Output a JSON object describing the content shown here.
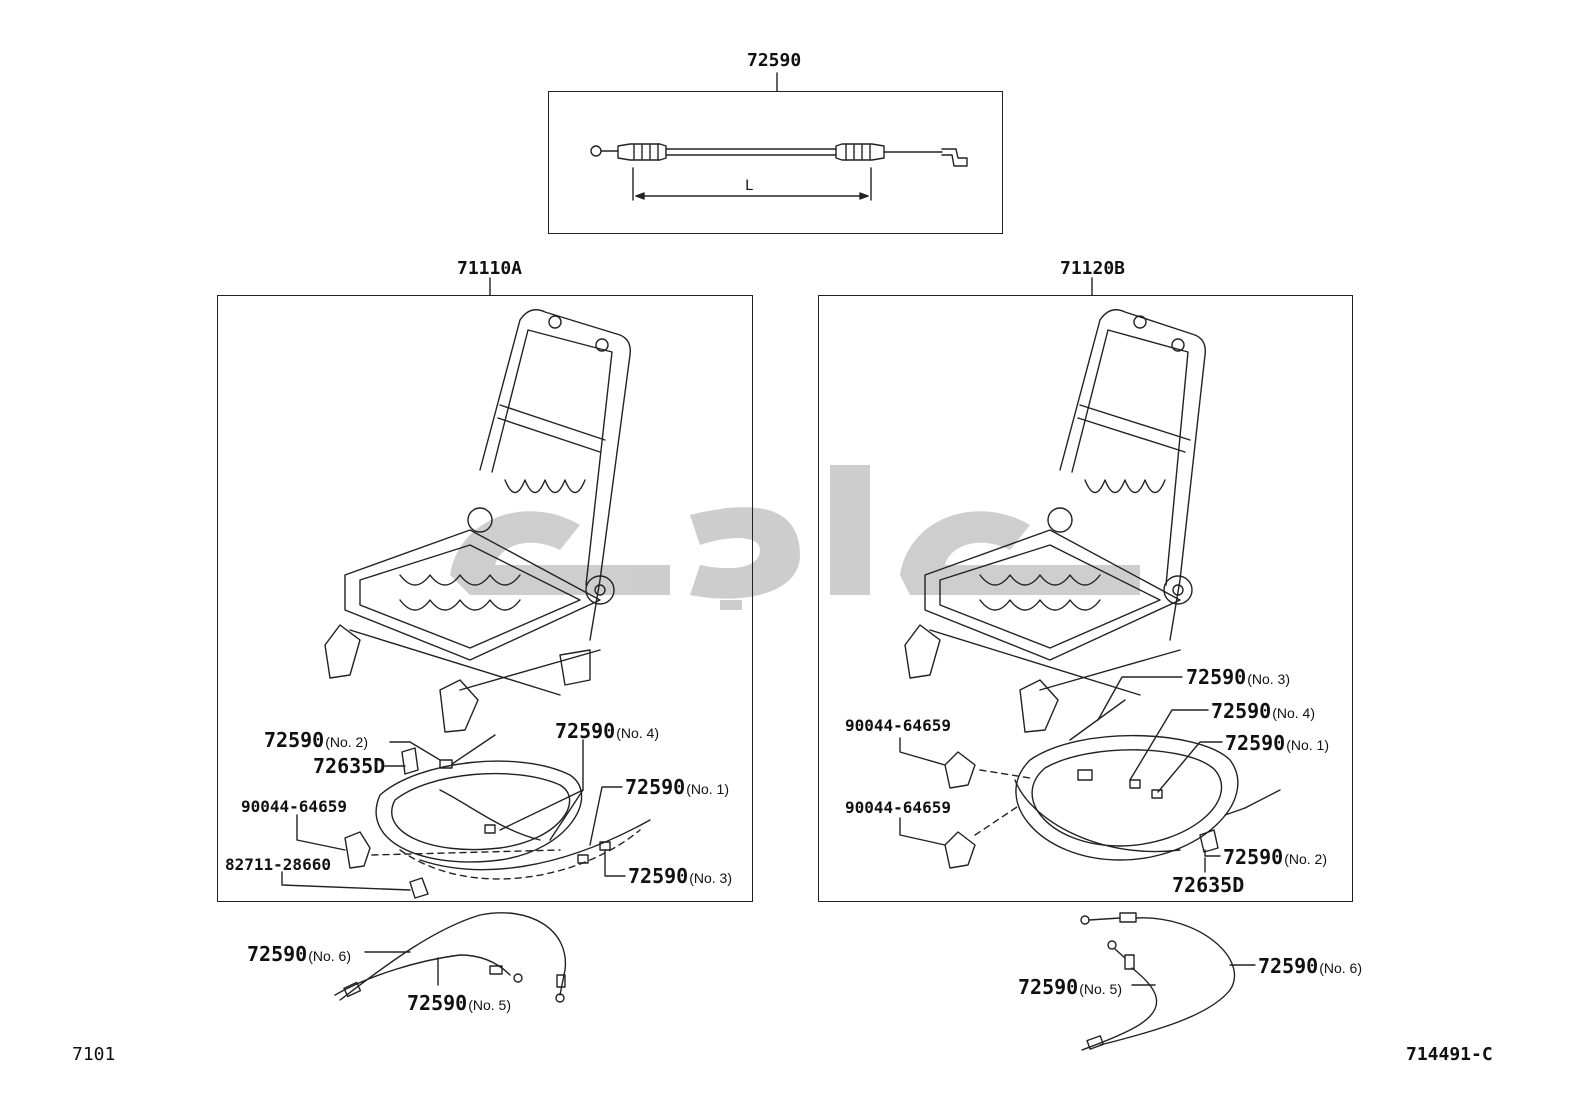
{
  "diagram": {
    "cable_detail": {
      "part": "72590",
      "dimension": "L"
    },
    "left_assembly": {
      "part": "71110A",
      "callouts": [
        {
          "part": "72590",
          "suffix": "(No. 2)"
        },
        {
          "part": "72635D",
          "suffix": ""
        },
        {
          "part": "90044-64659",
          "suffix": ""
        },
        {
          "part": "82711-28660",
          "suffix": ""
        },
        {
          "part": "72590",
          "suffix": "(No. 4)"
        },
        {
          "part": "72590",
          "suffix": "(No. 1)"
        },
        {
          "part": "72590",
          "suffix": "(No. 3)"
        }
      ],
      "loose_cables": [
        {
          "part": "72590",
          "suffix": "(No. 6)"
        },
        {
          "part": "72590",
          "suffix": "(No. 5)"
        }
      ]
    },
    "right_assembly": {
      "part": "71120B",
      "callouts": [
        {
          "part": "72590",
          "suffix": "(No. 3)"
        },
        {
          "part": "90044-64659",
          "suffix": ""
        },
        {
          "part": "72590",
          "suffix": "(No. 4)"
        },
        {
          "part": "72590",
          "suffix": "(No. 1)"
        },
        {
          "part": "90044-64659",
          "suffix": ""
        },
        {
          "part": "72590",
          "suffix": "(No. 2)"
        },
        {
          "part": "72635D",
          "suffix": ""
        }
      ],
      "loose_cables": [
        {
          "part": "72590",
          "suffix": "(No. 5)"
        },
        {
          "part": "72590",
          "suffix": "(No. 6)"
        }
      ]
    },
    "page_number": "7101",
    "drawing_number": "714491-C"
  }
}
